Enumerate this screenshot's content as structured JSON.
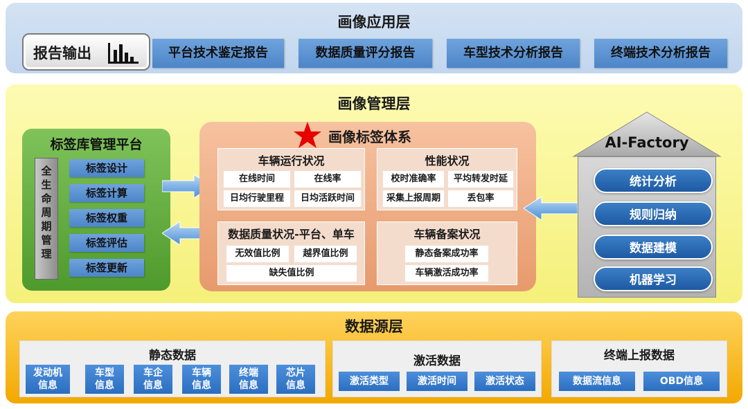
{
  "app_layer": {
    "title": "画像应用层",
    "report_output": "报告输出",
    "reports": [
      "平台技术鉴定报告",
      "数据质量评分报告",
      "车型技术分析报告",
      "终端技术分析报告"
    ]
  },
  "mgmt_layer": {
    "title": "画像管理层",
    "label_platform": {
      "title": "标签库管理平台",
      "lifecycle": [
        "全",
        "生",
        "命",
        "周",
        "期",
        "管",
        "理"
      ],
      "items": [
        "标签设计",
        "标签计算",
        "标签权重",
        "标签评估",
        "标签更新"
      ]
    },
    "tag_system": {
      "title": "画像标签体系",
      "vehicle_running": {
        "title": "车辆运行状况",
        "cells": [
          "在线时间",
          "在线率",
          "日均行驶里程",
          "日均活跃时间"
        ]
      },
      "performance": {
        "title": "性能状况",
        "cells": [
          "校时准确率",
          "平均转发时延",
          "采集上报周期",
          "丢包率"
        ]
      },
      "data_quality": {
        "title": "数据质量状况-平台、单车",
        "cells": [
          "无效值比例",
          "越界值比例",
          "缺失值比例"
        ]
      },
      "vehicle_filing": {
        "title": "车辆备案状况",
        "cells": [
          "静态备案成功率",
          "车辆激活成功率"
        ]
      }
    },
    "ai_factory": {
      "title": "AI-Factory",
      "items": [
        "统计分析",
        "规则归纳",
        "数据建模",
        "机器学习"
      ]
    }
  },
  "src_layer": {
    "title": "数据源层",
    "static": {
      "title": "静态数据",
      "items": [
        {
          "line1": "发动机",
          "line2": "信息"
        },
        {
          "line1": "车型",
          "line2": "信息"
        },
        {
          "line1": "车企",
          "line2": "信息"
        },
        {
          "line1": "车辆",
          "line2": "信息"
        },
        {
          "line1": "终端",
          "line2": "信息"
        },
        {
          "line1": "芯片",
          "line2": "信息"
        }
      ]
    },
    "activation": {
      "title": "激活数据",
      "items": [
        "激活类型",
        "激活时间",
        "激活状态"
      ]
    },
    "terminal": {
      "title": "终端上报数据",
      "items": [
        "数据流信息",
        "OBD信息"
      ]
    }
  },
  "colors": {
    "app_layer_bg": "#c9dcf1",
    "mgmt_layer_bg": "#f9f59a",
    "src_layer_bg": "#f7bd2b",
    "green_platform": "#5fa83a",
    "tag_system_bg": "#eda97e",
    "blue_button": "#2a67b0",
    "star": "#e60000"
  }
}
